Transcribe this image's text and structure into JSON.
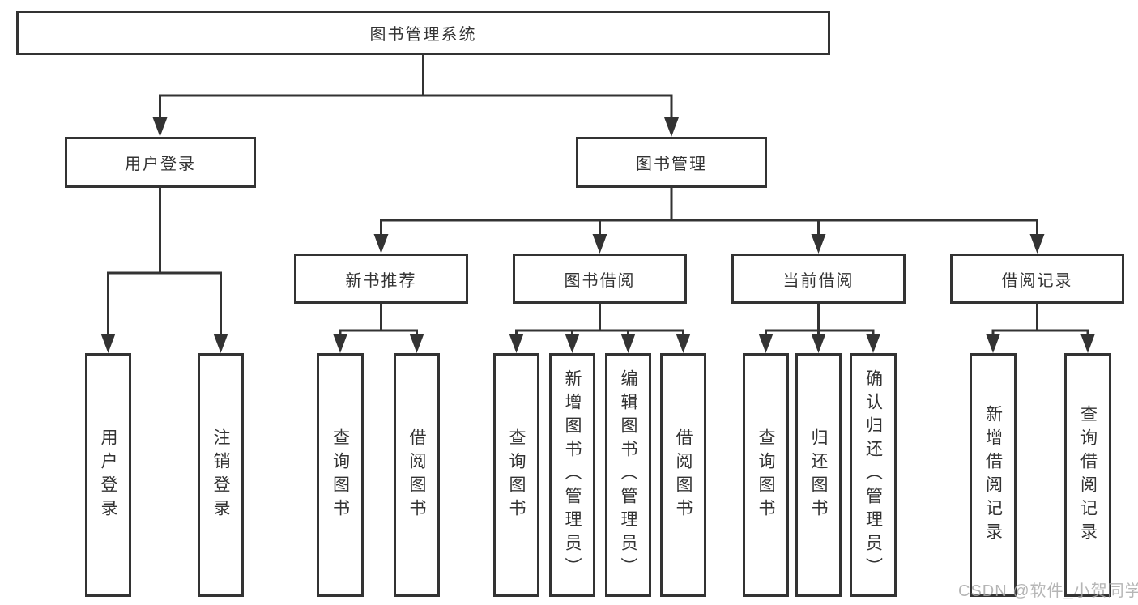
{
  "diagram": {
    "root": {
      "label": "图书管理系统"
    },
    "level1": [
      {
        "id": "user-login",
        "label": "用户登录"
      },
      {
        "id": "book-management",
        "label": "图书管理"
      }
    ],
    "level2": [
      {
        "id": "new-book-recommendation",
        "parent": "图书管理",
        "label": "新书推荐"
      },
      {
        "id": "book-borrowing",
        "parent": "图书管理",
        "label": "图书借阅"
      },
      {
        "id": "current-borrowing",
        "parent": "图书管理",
        "label": "当前借阅"
      },
      {
        "id": "borrowing-records",
        "parent": "图书管理",
        "label": "借阅记录"
      }
    ],
    "leaves": [
      {
        "id": "user-login-leaf",
        "parent": "用户登录",
        "label": "用户登录"
      },
      {
        "id": "logout",
        "parent": "用户登录",
        "label": "注销登录"
      },
      {
        "id": "query-books-recommend",
        "parent": "新书推荐",
        "label": "查询图书"
      },
      {
        "id": "borrow-books-recommend",
        "parent": "新书推荐",
        "label": "借阅图书"
      },
      {
        "id": "query-books-borrow",
        "parent": "图书借阅",
        "label": "查询图书"
      },
      {
        "id": "add-books-admin",
        "parent": "图书借阅",
        "label": "新增图书（管理员）"
      },
      {
        "id": "edit-books-admin",
        "parent": "图书借阅",
        "label": "编辑图书（管理员）"
      },
      {
        "id": "borrow-books-borrow",
        "parent": "图书借阅",
        "label": "借阅图书"
      },
      {
        "id": "query-books-current",
        "parent": "当前借阅",
        "label": "查询图书"
      },
      {
        "id": "return-books",
        "parent": "当前借阅",
        "label": "归还图书"
      },
      {
        "id": "confirm-return-admin",
        "parent": "当前借阅",
        "label": "确认归还（管理员）"
      },
      {
        "id": "add-borrow-record",
        "parent": "借阅记录",
        "label": "新增借阅记录"
      },
      {
        "id": "query-borrow-record",
        "parent": "借阅记录",
        "label": "查询借阅记录"
      }
    ]
  },
  "watermark": {
    "text": "CSDN @软件_小贺同学"
  },
  "colors": {
    "line": "#333333",
    "text": "#333333",
    "box_fill": "#ffffff",
    "background": "#ffffff",
    "watermark": "#a9a9a9"
  }
}
